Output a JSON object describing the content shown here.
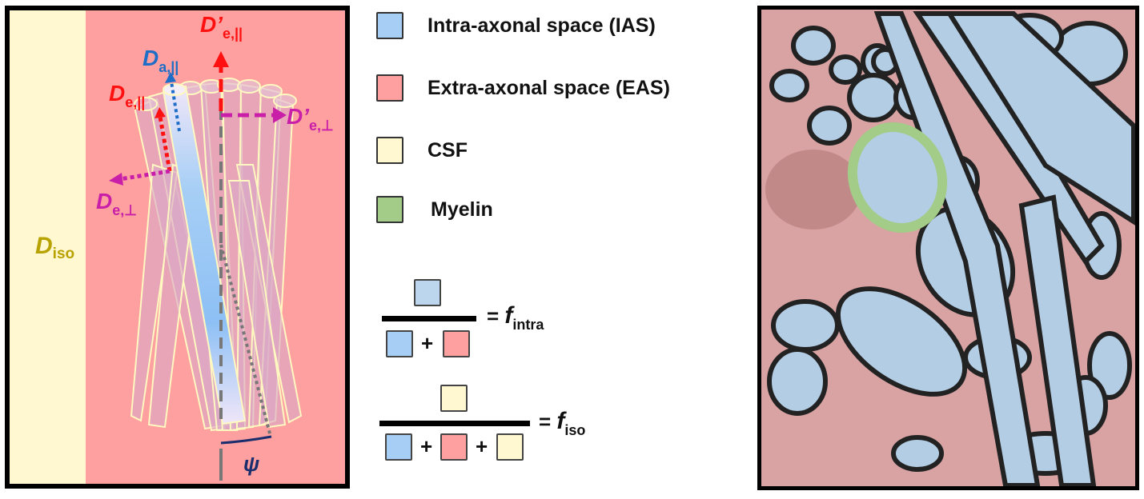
{
  "colors": {
    "ias": "#a7cff5",
    "eas": "#ffa0a0",
    "csf": "#fff8d0",
    "myelin": "#a2cc88",
    "d_iso_label": "#b8a200",
    "d_a_label": "#1e6ec8",
    "d_e_par_label": "#ff1010",
    "d_e_perp_label": "#c81ea8",
    "psi": "#1a2e6e"
  },
  "left_panel": {
    "d_iso": {
      "main": "D",
      "sub": "iso"
    },
    "d_a_par": {
      "main": "D",
      "sub": "a,||"
    },
    "d_e_par": {
      "main": "D",
      "sub": "e,||"
    },
    "d_e_perp": {
      "main": "D",
      "sub": "e,⊥"
    },
    "d_prime_e_par": {
      "main": "D’",
      "sub": "e,||"
    },
    "d_prime_e_perp": {
      "main": "D’",
      "sub": "e,⊥"
    },
    "psi": "ψ"
  },
  "legend": {
    "items": [
      {
        "label": "Intra-axonal space (IAS)",
        "color": "#a7cff5"
      },
      {
        "label": "Extra-axonal space (EAS)",
        "color": "#ffa0a0"
      },
      {
        "label": "CSF",
        "color": "#fff8d0"
      },
      {
        "label": "Myelin",
        "color": "#a2cc88"
      }
    ]
  },
  "formulas": {
    "f_intra": {
      "equals": "=",
      "symbol": "f",
      "sub": "intra",
      "plus": "+"
    },
    "f_iso": {
      "equals": "=",
      "symbol": "f",
      "sub": "iso",
      "plus": "+"
    }
  }
}
